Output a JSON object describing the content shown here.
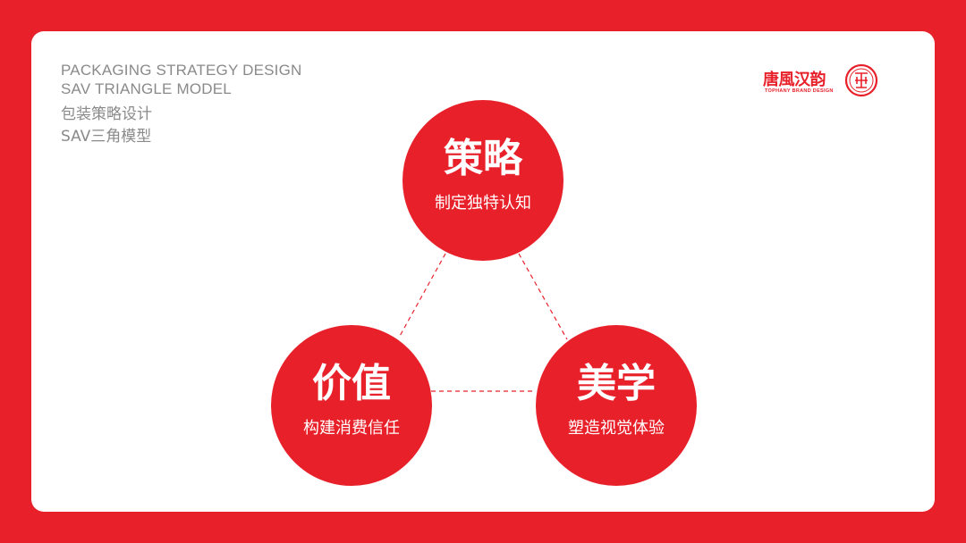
{
  "header": {
    "title_en_1": "PACKAGING STRATEGY DESIGN",
    "title_en_2": "SAV TRIANGLE MODEL",
    "title_cn_1": "包装策略设计",
    "title_cn_2": "SAV三角模型"
  },
  "logo": {
    "brand_name": "唐風汉韵",
    "brand_subtitle": "TOPHANY BRAND DESIGN"
  },
  "colors": {
    "accent": "#e8202a",
    "background": "#ffffff",
    "muted_text": "#8a8a8a"
  },
  "nodes": {
    "strategy": {
      "title": "策略",
      "desc": "制定独特认知"
    },
    "value": {
      "title": "价值",
      "desc": "构建消费信任"
    },
    "aesthetics": {
      "title": "美学",
      "desc": "塑造视觉体验"
    }
  }
}
